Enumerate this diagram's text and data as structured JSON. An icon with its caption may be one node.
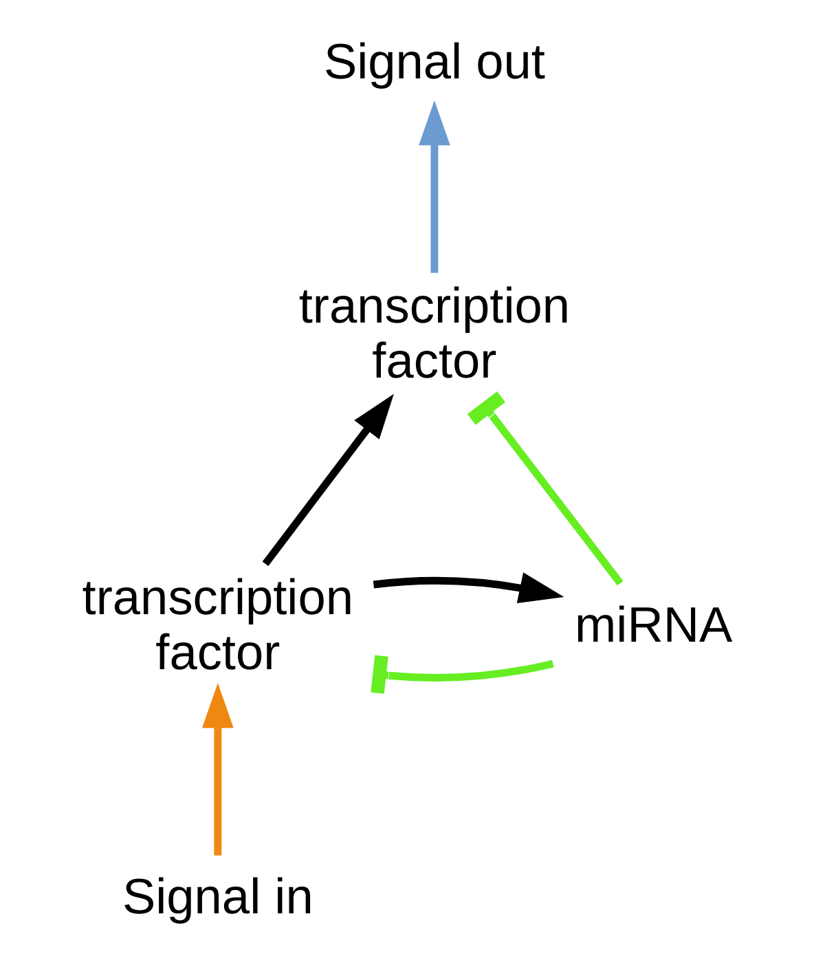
{
  "diagram": {
    "nodes": [
      {
        "text": [
          "Signal out"
        ]
      },
      {
        "text": [
          "transcription factor"
        ]
      },
      {
        "text": [
          "transcription factor"
        ]
      },
      {
        "text": [
          "miRNA"
        ]
      },
      {
        "text": [
          "Signal in"
        ]
      }
    ],
    "edges": [
      {
        "from": 1,
        "to": 0,
        "arrow": "to",
        "color": "#6b9bd1"
      },
      {
        "from": 2,
        "to": 1,
        "arrow": "to"
      },
      {
        "from": 3,
        "to": 1,
        "arrow": "other",
        "color": "#66ee22"
      },
      {
        "from": 2,
        "to": 3,
        "arrow": "to"
      },
      {
        "from": 3,
        "to": 2,
        "arrow": "other",
        "color": "#66ee22"
      },
      {
        "from": 4,
        "to": 2,
        "arrow": "to",
        "color": "#ee8811"
      }
    ]
  }
}
